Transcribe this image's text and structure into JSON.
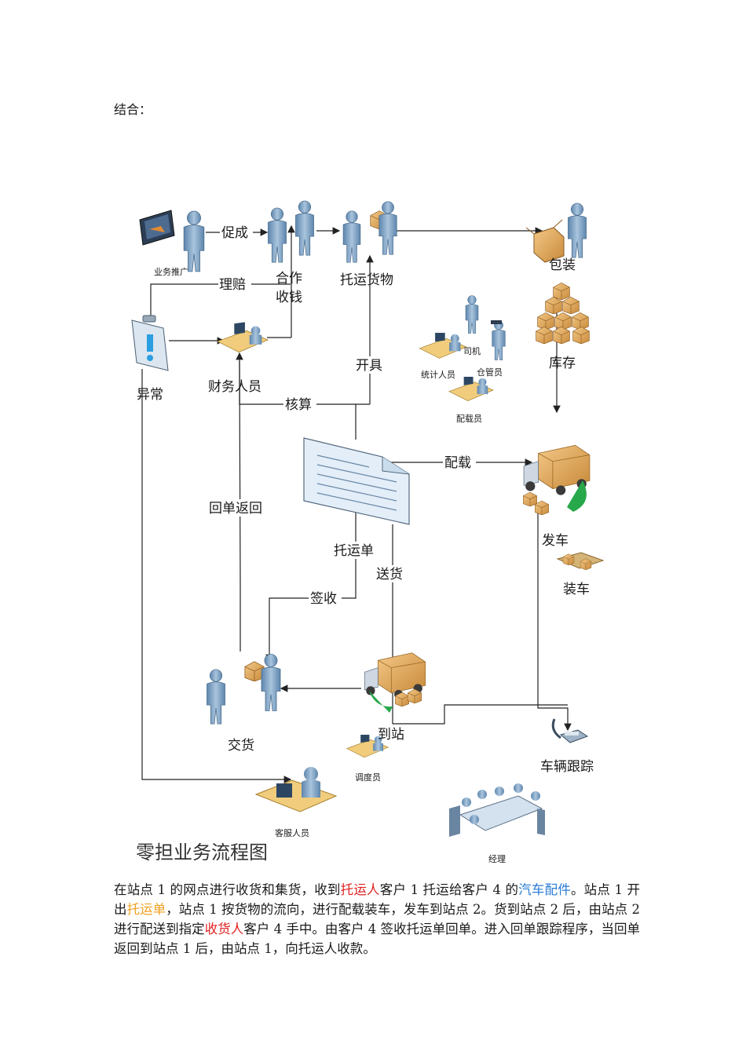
{
  "intro": "结合：",
  "diagram": {
    "title": "零担业务流程图",
    "labels": {
      "promo": "业务推广",
      "cucheng": "促成",
      "hezuo": "合作",
      "shouqian": "收钱",
      "tuoyun_goods": "托运货物",
      "baozhuang": "包装",
      "lipei": "理赔",
      "kucun": "库存",
      "siji": "司机",
      "tongji": "统计人员",
      "cangguan": "仓管员",
      "peizaiyuan": "配载员",
      "yichang": "异常",
      "caiwu": "财务人员",
      "kaiju": "开具",
      "hesuan": "核算",
      "peizai": "配载",
      "huidan": "回单返回",
      "fache": "发车",
      "zhuangche": "装车",
      "tuoyundan": "托运单",
      "songhuo": "送货",
      "qianshou": "签收",
      "jiaohuo": "交货",
      "daozhan": "到站",
      "diaodu": "调度员",
      "genzong": "车辆跟踪",
      "kefu": "客服人员",
      "jingli": "经理"
    }
  },
  "paragraph": {
    "s1": "在站点 1 的网点进行收货和集货，收到",
    "h1": "托运人",
    "s2": "客户 1 托运给客户 4 的",
    "h2": "汽车配件",
    "s3": "。站点 1 开出",
    "h3": "托运单",
    "s4": "，站点 1 按货物的流向，进行配载装车，发车到站点 2。货到站点 2 后，由站点 2 进行配送到指定",
    "h4": "收货人",
    "s5": "客户 4 手中。由客户 4 签收托运单回单。进入回单跟踪程序，当回单返回到站点 1 后，由站点 1，向托运人收款。"
  },
  "colors": {
    "red": "#e02020",
    "blue": "#2a7bd5",
    "orange": "#f0a020"
  }
}
